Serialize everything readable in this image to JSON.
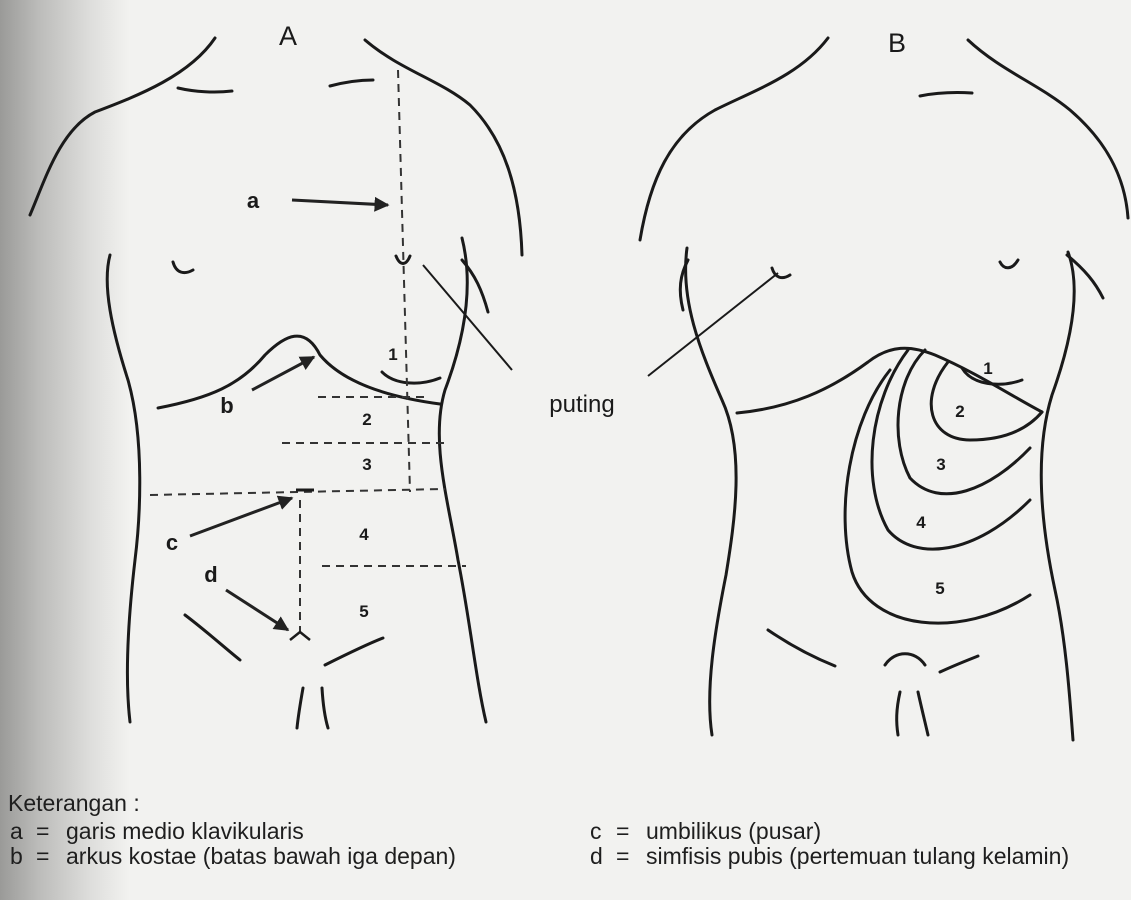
{
  "panels": {
    "left": "A",
    "right": "B"
  },
  "markers": {
    "a": "a",
    "b": "b",
    "c": "c",
    "d": "d"
  },
  "zones_left": [
    "1",
    "2",
    "3",
    "4",
    "5"
  ],
  "zones_right": [
    "1",
    "2",
    "3",
    "4",
    "5"
  ],
  "callout": "puting",
  "legend": {
    "heading": "Keterangan :",
    "items": [
      {
        "key": "a",
        "sep": "=",
        "text": "garis medio klavikularis"
      },
      {
        "key": "b",
        "sep": "=",
        "text": "arkus kostae (batas bawah iga depan)"
      },
      {
        "key": "c",
        "sep": "=",
        "text": "umbilikus (pusar)"
      },
      {
        "key": "d",
        "sep": "=",
        "text": "simfisis pubis (pertemuan tulang kelamin)"
      }
    ]
  }
}
